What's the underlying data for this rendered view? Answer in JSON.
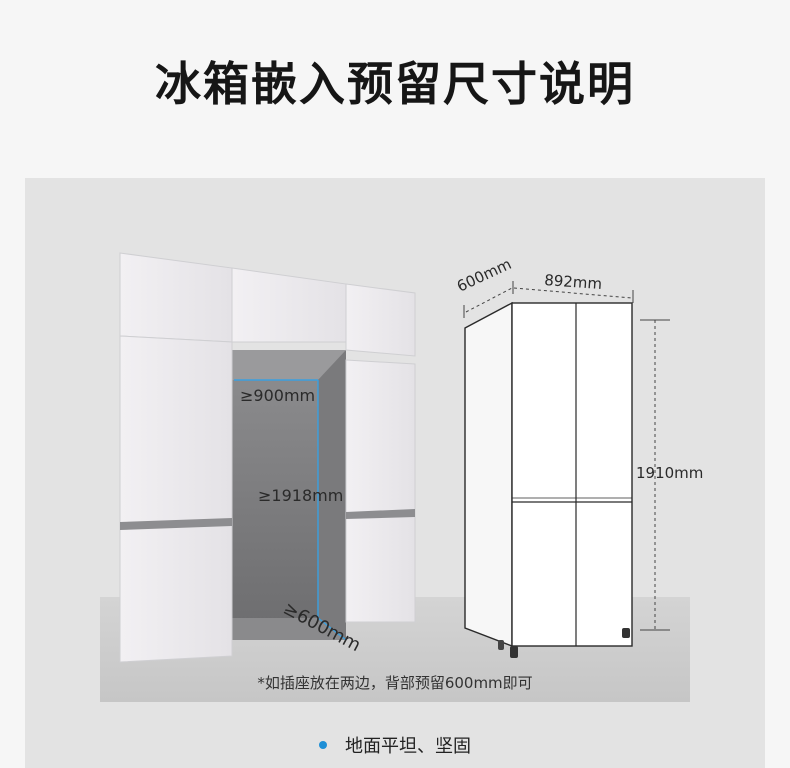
{
  "title": "冰箱嵌入预留尺寸说明",
  "cabinet": {
    "width_label": "≥900mm",
    "height_label": "≥1918mm",
    "depth_label": "≥600mm"
  },
  "fridge": {
    "depth_label": "600mm",
    "width_label": "892mm",
    "height_label": "1910mm"
  },
  "note": "*如插座放在两边，背部预留600mm即可",
  "bullets": [
    {
      "text": "地面平坦、坚固"
    }
  ],
  "colors": {
    "accent": "#1e8fd6",
    "guide_line": "#3aa0e0"
  }
}
